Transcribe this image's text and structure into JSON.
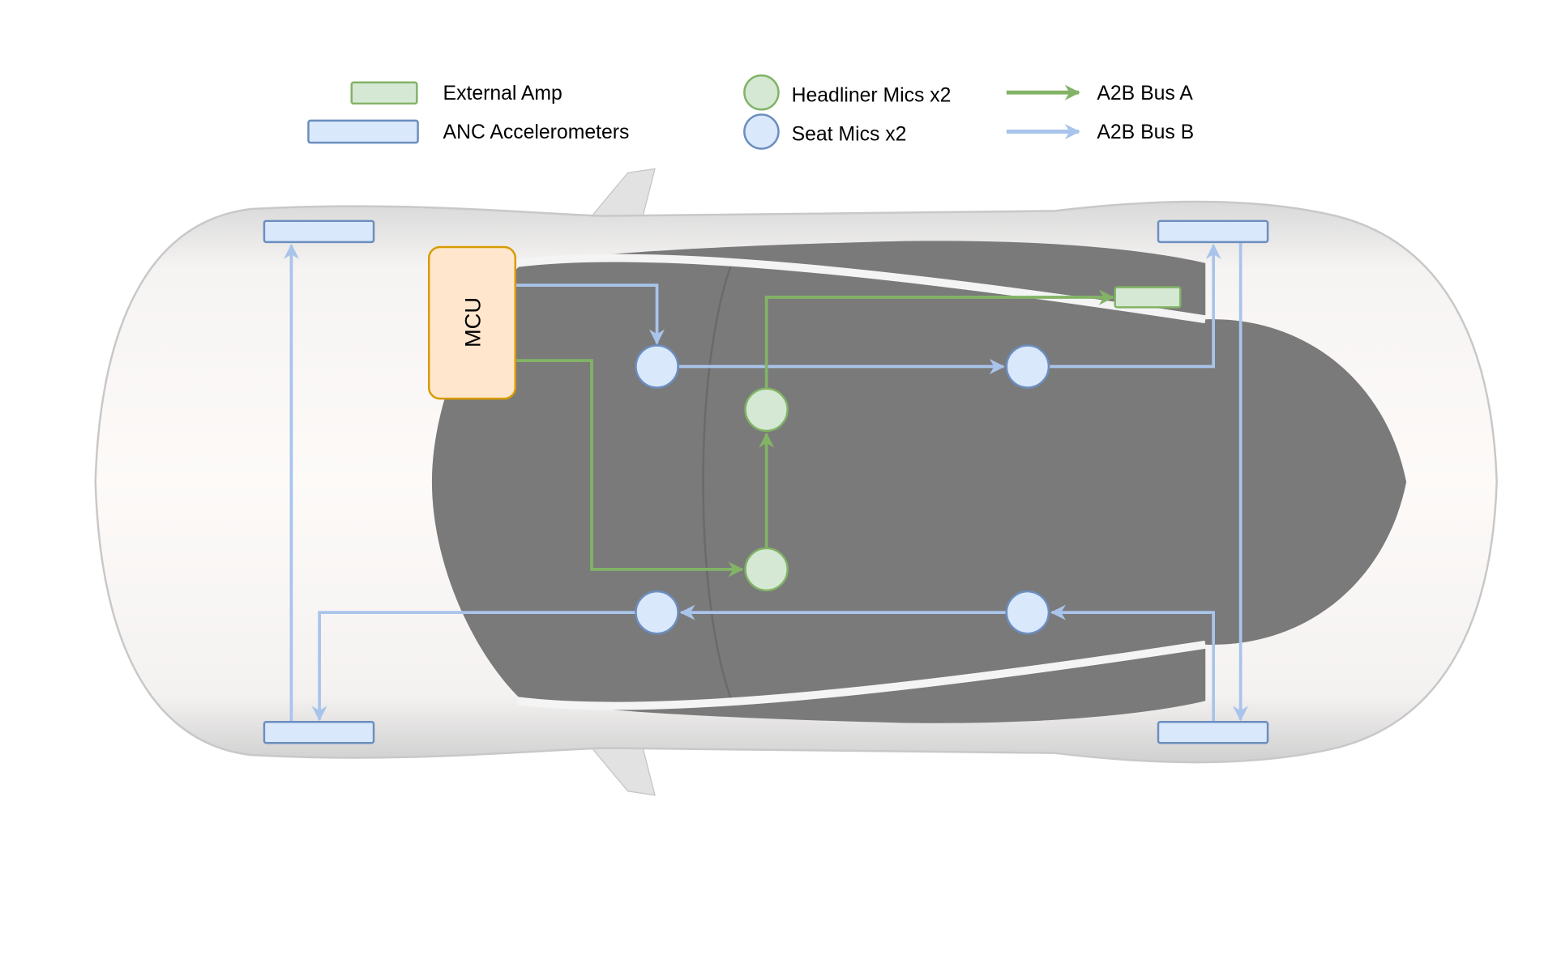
{
  "legend": {
    "external_amp": "External Amp",
    "anc_accelerometers": "ANC Accelerometers",
    "headliner_mics": "Headliner Mics x2",
    "seat_mics": "Seat Mics x2",
    "bus_a": "A2B Bus A",
    "bus_b": "A2B Bus B"
  },
  "mcu": {
    "label": "MCU"
  },
  "colors": {
    "green_stroke": "#82b366",
    "green_fill": "#d5e8d4",
    "blue_stroke": "#6c8ebf",
    "blue_fill": "#dae8fc",
    "bus_b_line": "#a9c4eb",
    "mcu_fill": "#ffe6cc",
    "mcu_stroke": "#d79b00",
    "cabin": "#7a7a7a"
  }
}
